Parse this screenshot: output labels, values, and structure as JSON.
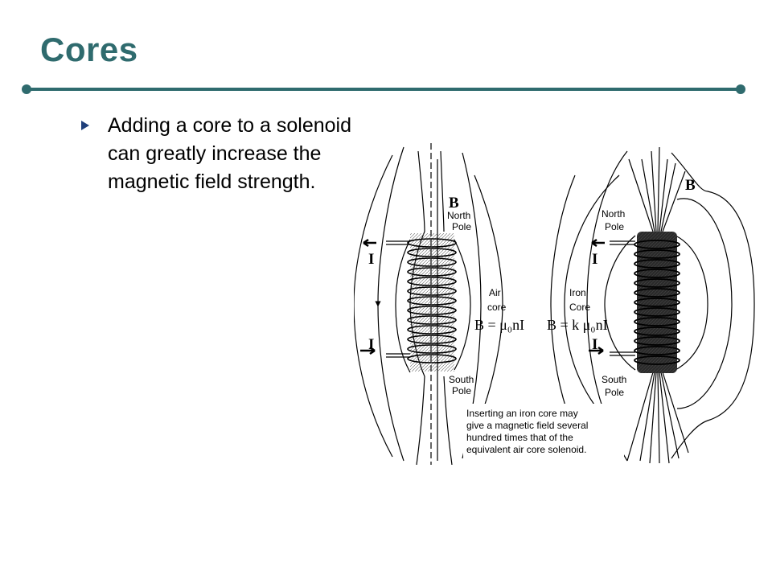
{
  "slide": {
    "title": "Cores",
    "bullet_text": "Adding a core to a solenoid can greatly increase the magnetic field strength."
  },
  "figure": {
    "air": {
      "b_label": "B",
      "pole_top_1": "North",
      "pole_top_2": "Pole",
      "core_1": "Air",
      "core_2": "core",
      "equation": "B = μ₀nI",
      "pole_bot_1": "South",
      "pole_bot_2": "Pole",
      "current_top": "I",
      "current_bot": "I"
    },
    "iron": {
      "b_label": "B",
      "pole_top_1": "North",
      "pole_top_2": "Pole",
      "core_1": "Iron",
      "core_2": "Core",
      "equation": "B = k μ₀nI",
      "pole_bot_1": "South",
      "pole_bot_2": "Pole",
      "current_top": "I",
      "current_bot": "I"
    },
    "note_1": "Inserting an iron core may",
    "note_2": "give a magnetic field several",
    "note_3": "hundred times that of the",
    "note_4": "equivalent air core solenoid."
  }
}
